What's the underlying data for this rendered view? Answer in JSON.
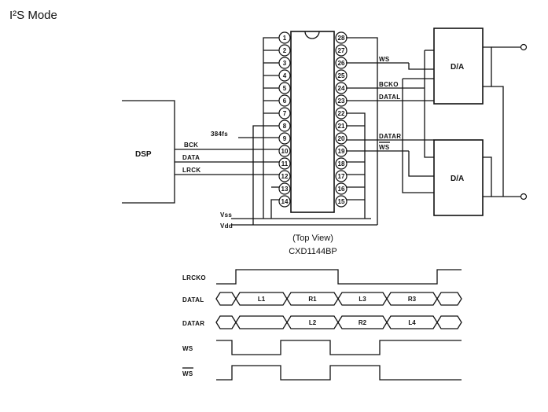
{
  "title": "I²S Mode",
  "dsp_label": "DSP",
  "dac_label": "D/A",
  "chip_caption": "(Top View)",
  "chip_name": "CXD1144BP",
  "left_pins": [
    "1",
    "2",
    "3",
    "4",
    "5",
    "6",
    "7",
    "8",
    "9",
    "10",
    "11",
    "12",
    "13",
    "14"
  ],
  "right_pins": [
    "28",
    "27",
    "26",
    "25",
    "24",
    "23",
    "22",
    "21",
    "20",
    "19",
    "18",
    "17",
    "16",
    "15"
  ],
  "signals": {
    "fs": "384fs",
    "bck": "BCK",
    "data": "DATA",
    "lrck": "LRCK",
    "vss": "Vss",
    "vdd": "Vdd",
    "ws": "WS",
    "bcko": "BCKO",
    "datal": "DATAL",
    "datar": "DATAR",
    "ws_bar": "WS"
  },
  "timing": {
    "labels": [
      "LRCKO",
      "DATAL",
      "DATAR",
      "WS",
      "WS"
    ],
    "datal_words": [
      "L1",
      "R1",
      "L3",
      "R3"
    ],
    "datar_words": [
      "L2",
      "R2",
      "L4"
    ]
  }
}
